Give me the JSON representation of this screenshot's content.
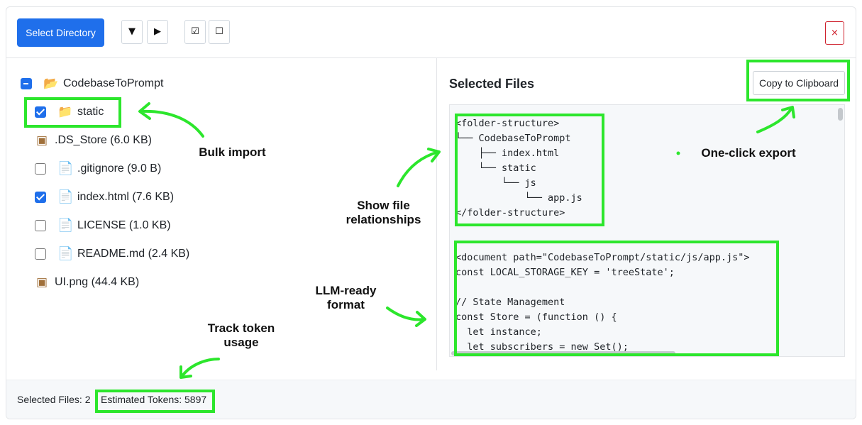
{
  "toolbar": {
    "select_directory_label": "Select Directory",
    "expand_all_icon": "▼",
    "collapse_all_icon": "▶",
    "select_all_icon": "☑",
    "deselect_all_icon": "☐",
    "close_icon": "×"
  },
  "tree": {
    "root": "CodebaseToPrompt",
    "items": [
      {
        "label": "static",
        "state": "checked",
        "icon": "folder-icon"
      },
      {
        "label": ".DS_Store (6.0 KB)",
        "state": "none",
        "icon": "package-icon"
      },
      {
        "label": ".gitignore (9.0 B)",
        "state": "unchecked",
        "icon": "file-icon"
      },
      {
        "label": "index.html (7.6 KB)",
        "state": "checked",
        "icon": "file-icon"
      },
      {
        "label": "LICENSE (1.0 KB)",
        "state": "unchecked",
        "icon": "file-icon"
      },
      {
        "label": "README.md (2.4 KB)",
        "state": "unchecked",
        "icon": "file-icon"
      },
      {
        "label": "UI.png (44.4 KB)",
        "state": "none",
        "icon": "package-icon"
      }
    ]
  },
  "panel": {
    "title": "Selected Files",
    "copy_label": "Copy to Clipboard",
    "structure": "<folder-structure>\n└── CodebaseToPrompt\n    ├── index.html\n    └── static\n        └── js\n            └── app.js\n</folder-structure>",
    "document": "<document path=\"CodebaseToPrompt/static/js/app.js\">\nconst LOCAL_STORAGE_KEY = 'treeState';\n\n// State Management\nconst Store = (function () {\n  let instance;\n  let subscribers = new Set();"
  },
  "footer": {
    "selected_files": "Selected Files: 2",
    "estimated_tokens": "Estimated Tokens: 5897"
  },
  "annotations": {
    "bulk_import": "Bulk import",
    "show_file_relationships": "Show file\nrelationships",
    "one_click_export": "One-click export",
    "llm_ready_format": "LLM-ready\nformat",
    "track_token_usage": "Track token\nusage"
  },
  "colors": {
    "accent": "#1f6feb",
    "highlight": "#2ce62c",
    "close": "#cf222e"
  }
}
